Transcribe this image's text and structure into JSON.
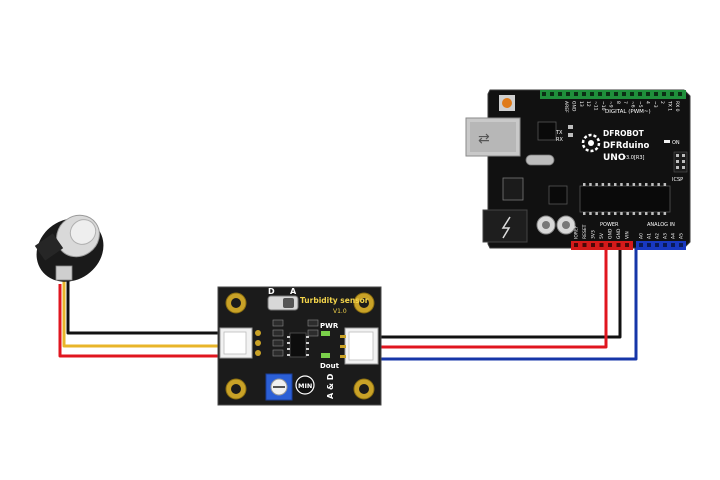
{
  "turbidity_board": {
    "label_d": "D",
    "label_a": "A",
    "title": "Turbidity sensor",
    "version": "V1.0",
    "pwr": "PWR",
    "dout": "Dout",
    "min": "MIN",
    "a_d": "A & D"
  },
  "arduino": {
    "brand": "DFROBOT",
    "model": "DFRduino",
    "uno": "UNO",
    "rev": "v3.0[R3]",
    "digital": "DIGITAL (PWM~)",
    "analog_in": "ANALOG IN",
    "power": "POWER",
    "icsp": "ICSP",
    "on": "ON",
    "tx": "TX",
    "rx": "RX",
    "power_pins": [
      "IOREF",
      "RESET",
      "3V3",
      "5V",
      "GND",
      "GND",
      "VIN"
    ],
    "analog_pins": [
      "A0",
      "A1",
      "A2",
      "A3",
      "A4",
      "A5"
    ],
    "digital_pins": [
      "AREF",
      "GND",
      "13",
      "12",
      "~11",
      "~10",
      "~9",
      "8",
      "7",
      "~6",
      "~5",
      "4",
      "~3",
      "2",
      "TX 1",
      "RX 0"
    ]
  },
  "wires": {
    "colors": {
      "black": "#111111",
      "red": "#e0161f",
      "yellow": "#e8b52a",
      "blue": "#1636a8"
    }
  }
}
